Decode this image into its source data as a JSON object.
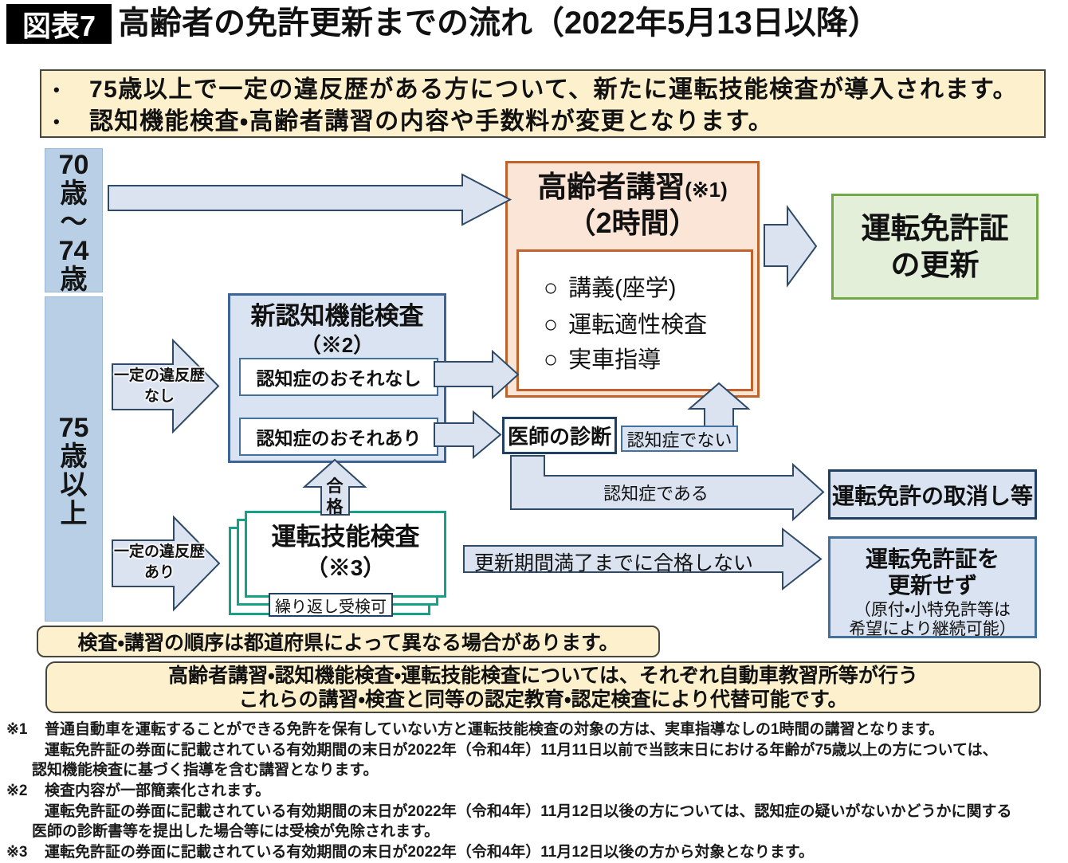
{
  "colors": {
    "tag_bg": "#000000",
    "yellow_fill": "#fdf1cd",
    "yellow_border": "#46463e",
    "column_fill": "#b8cfe6",
    "column_border": "#9ab6d4",
    "arrow_fill": "#dbe3f1",
    "arrow_stroke": "#2e4a66",
    "lightblue_fill": "#dae3f2",
    "blue_border_dark": "#1f3f63",
    "blue_border_mid": "#3c6494",
    "blue_border_mid2": "#41719c",
    "peach_fill": "#fbe5d6",
    "peach_border": "#c0622b",
    "green_fill": "#e3efd9",
    "green_border": "#6faa46",
    "teal_border": "#17a088"
  },
  "header": {
    "tag": "図表7",
    "title": "高齢者の免許更新までの流れ（2022年5月13日以降）"
  },
  "intro": {
    "bullet": "•",
    "items": [
      "75歳以上で一定の違反歴がある方について、新たに運転技能検査が導入されます。",
      "認知機能検査・高齢者講習の内容や手数料が変更となります。"
    ]
  },
  "age_groups": {
    "g70_74": {
      "lines": [
        "70",
        "歳",
        "〜",
        "74",
        "歳"
      ]
    },
    "g75": {
      "lines": [
        "75",
        "歳",
        "以",
        "上"
      ]
    }
  },
  "kousyuu": {
    "title_main": "高齢者講習",
    "title_note": "(※1)",
    "title_sub": "（2時間）",
    "marker": "○",
    "items": [
      "講義(座学)",
      "運転適性検査",
      "実車指導"
    ]
  },
  "green": {
    "lines": [
      "運転免許証",
      "の更新"
    ]
  },
  "shinninchi": {
    "title": "新認知機能検査",
    "note": "（※2）",
    "options": [
      "認知症のおそれなし",
      "認知症のおそれあり"
    ]
  },
  "ishi": {
    "label": "医師の診断"
  },
  "denai": {
    "label": "認知症でない"
  },
  "dearu": {
    "label": "認知症である"
  },
  "torikeshi": {
    "label": "運転免許の取消し等"
  },
  "koushin_arrow": {
    "label": "更新期間満了までに合格しない"
  },
  "koushinsezu": {
    "lines_bold": [
      "運転免許証を",
      "更新せず"
    ],
    "lines_small": [
      "（原付・小特免許等は",
      "希望により継続可能）"
    ]
  },
  "ginou": {
    "title": "運転技能検査",
    "note": "（※3）",
    "repeat_label": "繰り返し受検可"
  },
  "ihan_nashi": {
    "lines": [
      "一定の違反歴",
      "なし"
    ]
  },
  "ihan_ari": {
    "lines": [
      "一定の違反歴",
      "あり"
    ]
  },
  "goukaku": {
    "label": "合格"
  },
  "yellow_note": "検査・講習の順序は都道府県によって異なる場合があります。",
  "yellow_box2": {
    "lines": [
      "高齢者講習・認知機能検査・運転技能検査については、それぞれ自動車教習所等が行う",
      "これらの講習・検査と同等の認定教育・認定検査により代替可能です。"
    ]
  },
  "footnotes": [
    {
      "marker": "※1",
      "text": "普通自動車を運転することができる免許を保有していない方と運転技能検査の対象の方は、実車指導なしの1時間の講習となります。"
    },
    {
      "marker": "",
      "text": "運転免許証の券面に記載されている有効期間の末日が2022年（令和4年）11月11日以前で当該末日における年齢が75歳以上の方については、"
    },
    {
      "marker": "",
      "text": "認知機能検査に基づく指導を含む講習となります。"
    },
    {
      "marker": "※2",
      "text": "検査内容が一部簡素化されます。"
    },
    {
      "marker": "",
      "text": "運転免許証の券面に記載されている有効期間の末日が2022年（令和4年）11月12日以後の方については、認知症の疑いがないかどうかに関する"
    },
    {
      "marker": "",
      "text": "医師の診断書等を提出した場合等には受検が免除されます。"
    },
    {
      "marker": "※3",
      "text": "運転免許証の券面に記載されている有効期間の末日が2022年（令和4年）11月12日以後の方から対象となります。"
    }
  ]
}
